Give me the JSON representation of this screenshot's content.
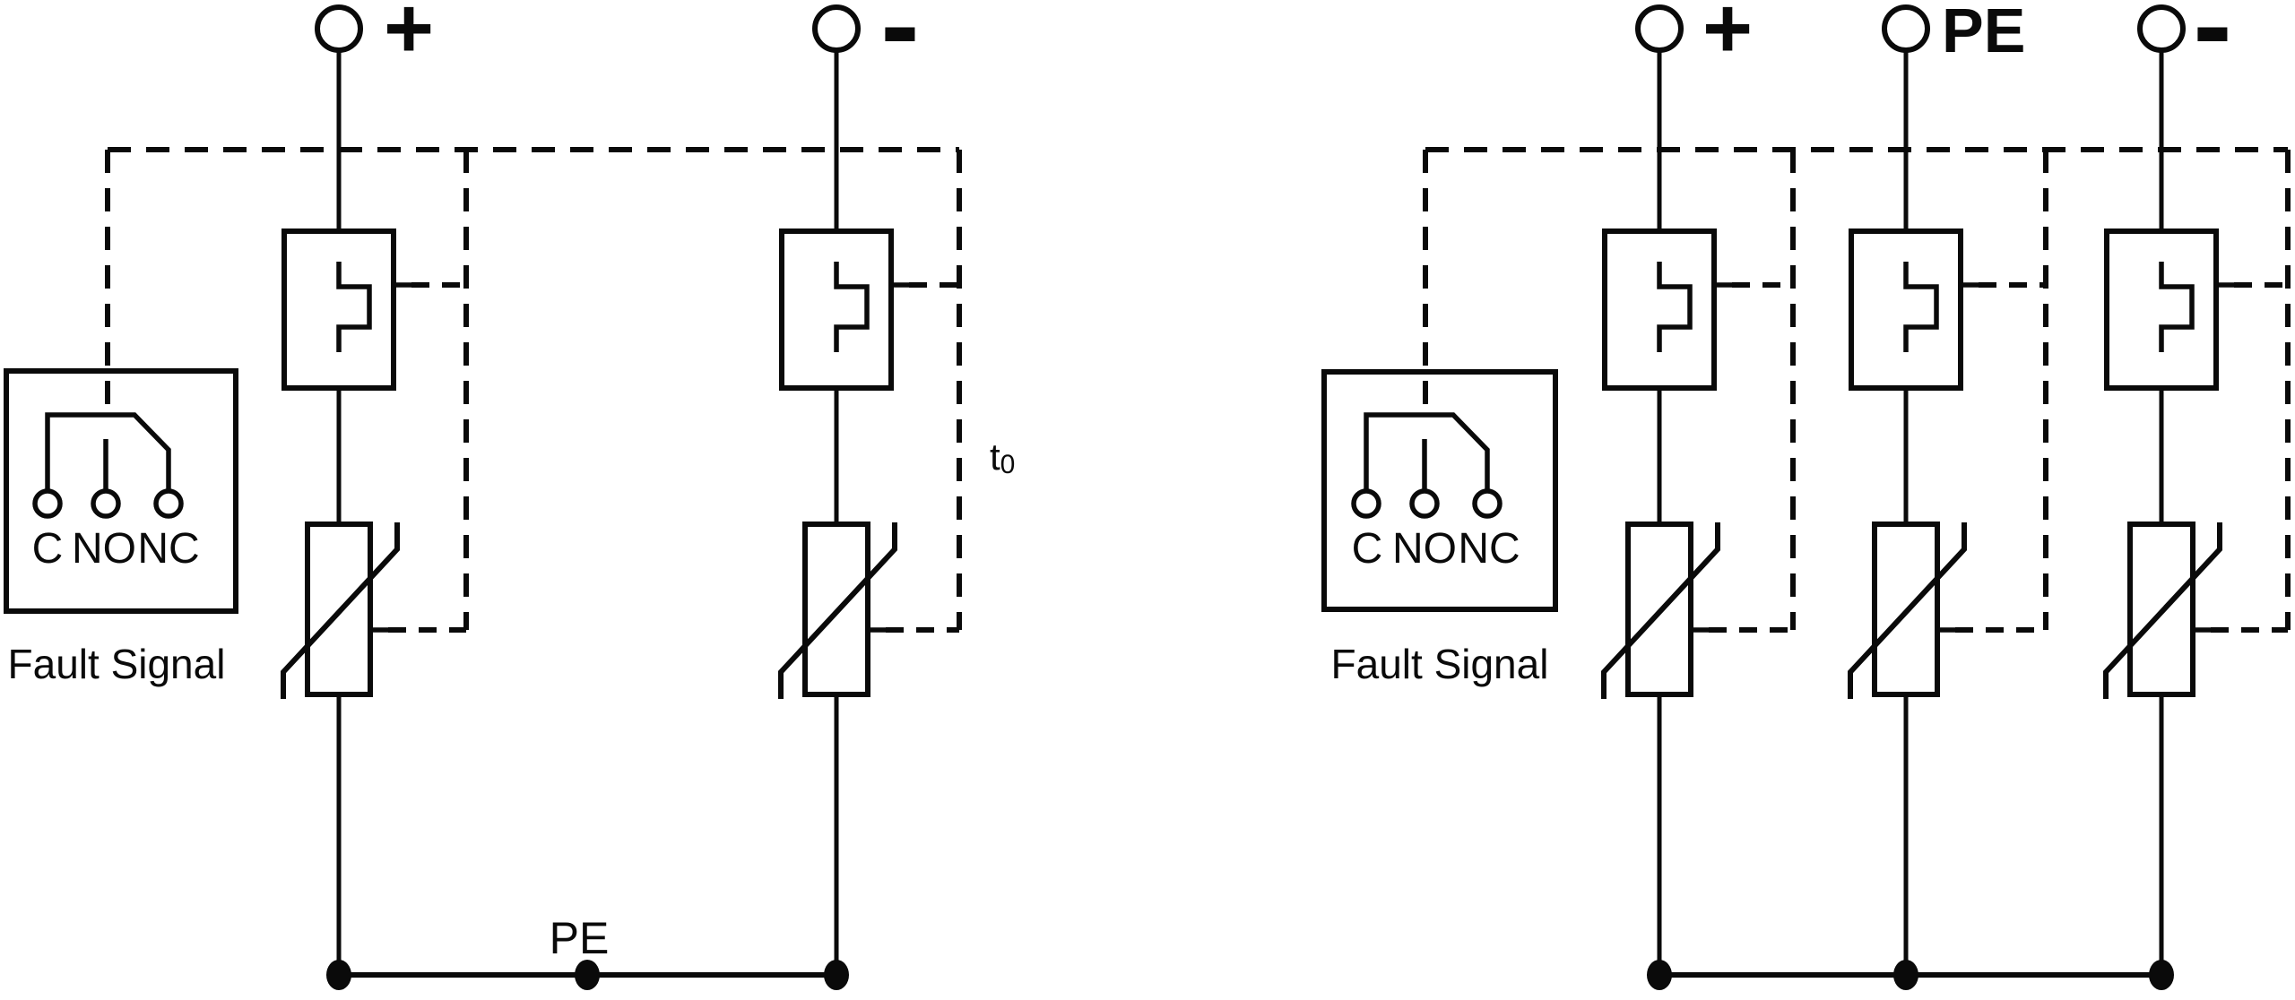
{
  "colors": {
    "ink": "#0a0a0a",
    "background": "#ffffff"
  },
  "left_diagram": {
    "terminal_plus_label": "+",
    "terminal_minus_label": "-",
    "fault_signal_box": {
      "contact_c_label": "C",
      "contact_no_label": "NO",
      "contact_nc_label": "NC",
      "caption": "Fault Signal"
    },
    "pe_bus_label": "PE",
    "thermal_linkage_label": {
      "base": "t",
      "subscript": "0"
    }
  },
  "right_diagram": {
    "terminal_plus_label": "+",
    "terminal_pe_label": "PE",
    "terminal_minus_label": "-",
    "fault_signal_box": {
      "contact_c_label": "C",
      "contact_no_label": "NO",
      "contact_nc_label": "NC",
      "caption": "Fault Signal"
    }
  }
}
